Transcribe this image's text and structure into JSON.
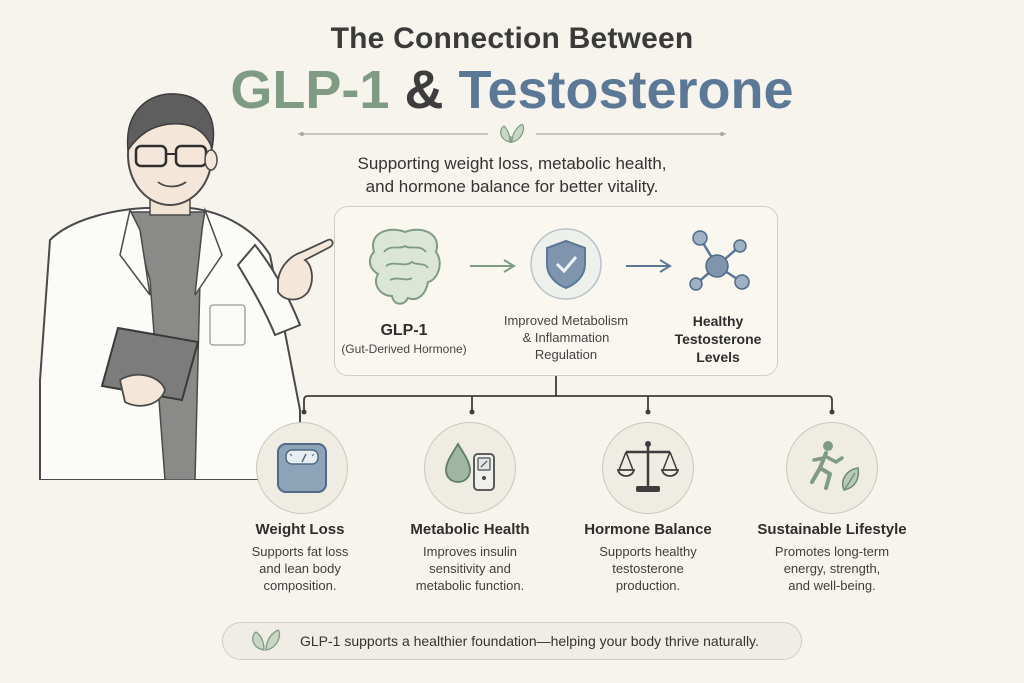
{
  "header": {
    "title_line1": "The Connection Between",
    "title_part1": "GLP-1",
    "title_amp": "&",
    "title_part2": "Testosterone",
    "subtitle_line1": "Supporting weight loss, metabolic health,",
    "subtitle_line2": "and hormone balance for better vitality."
  },
  "flow": {
    "nodes": [
      {
        "title": "GLP-1",
        "subtitle": "(Gut-Derived Hormone)",
        "icon": "intestine-icon"
      },
      {
        "title": "Improved Metabolism",
        "line2": "& Inflammation",
        "line3": "Regulation",
        "icon": "shield-check-icon"
      },
      {
        "title": "Healthy",
        "line2": "Testosterone",
        "line3": "Levels",
        "icon": "molecule-icon"
      }
    ]
  },
  "benefits": [
    {
      "title": "Weight Loss",
      "desc1": "Supports fat loss",
      "desc2": "and lean body",
      "desc3": "composition.",
      "icon": "scale-icon"
    },
    {
      "title": "Metabolic Health",
      "desc1": "Improves insulin",
      "desc2": "sensitivity and",
      "desc3": "metabolic function.",
      "icon": "glucose-meter-icon"
    },
    {
      "title": "Hormone Balance",
      "desc1": "Supports healthy",
      "desc2": "testosterone",
      "desc3": "production.",
      "icon": "balance-scale-icon"
    },
    {
      "title": "Sustainable Lifestyle",
      "desc1": "Promotes long-term",
      "desc2": "energy, strength,",
      "desc3": "and well-being.",
      "icon": "runner-icon"
    }
  ],
  "footer": {
    "text": "GLP-1 supports a healthier foundation—helping your body thrive naturally."
  },
  "colors": {
    "background": "#f6f4ec",
    "green": "#7f9b84",
    "blue": "#5b7896",
    "dark": "#3a3a3a",
    "line": "#3d3d3d"
  }
}
